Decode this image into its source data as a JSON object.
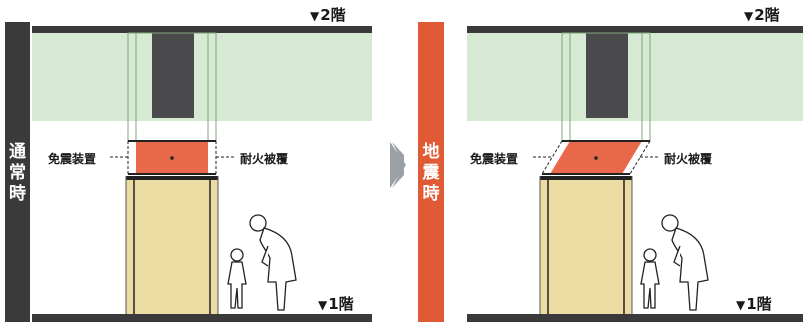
{
  "normal": {
    "state_chars": [
      "通",
      "常",
      "時"
    ],
    "floor_upper": "2階",
    "floor_lower": "1階",
    "label_isolator": "免震装置",
    "label_fireproof": "耐火被覆"
  },
  "quake": {
    "state_chars": [
      "地",
      "震",
      "時"
    ],
    "floor_upper": "2階",
    "floor_lower": "1階",
    "label_isolator": "免震装置",
    "label_fireproof": "耐火被覆"
  },
  "floor_marker": "▼",
  "colors": {
    "dark_bar": "#3a3a3c",
    "quake_bar": "#e05a36",
    "upper_floor": "#d6ead3",
    "beam": "#4a4a4c",
    "column": "#ecdca4",
    "isolator": "#e8684a",
    "arrow": "#9aa0a6"
  }
}
